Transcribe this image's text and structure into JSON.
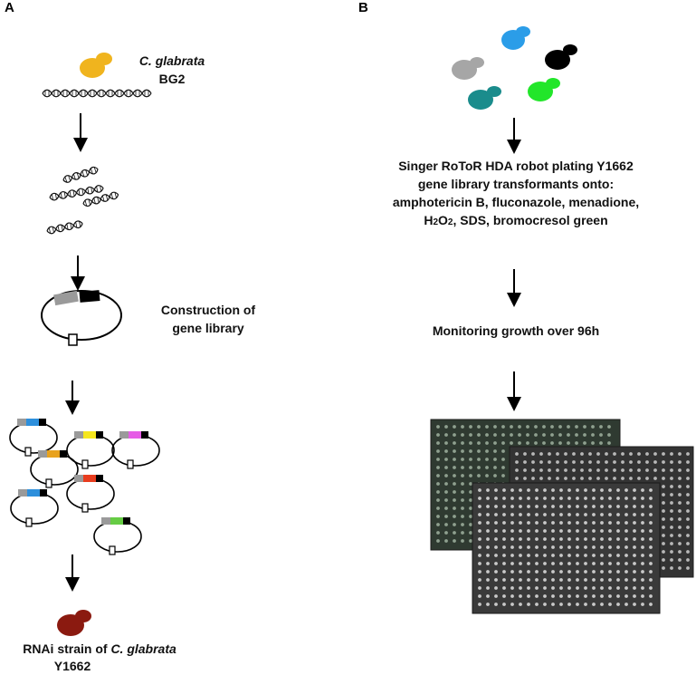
{
  "panels": {
    "a": {
      "letter": "A",
      "species_italic": "C. glabrata",
      "strain": "BG2",
      "construction_line1": "Construction of",
      "construction_line2": "gene library",
      "result_prefix": "RNAi strain of ",
      "result_species_italic": "C. glabrata",
      "result_strain": "Y1662"
    },
    "b": {
      "letter": "B",
      "robot_line1": "Singer RoToR HDA robot plating Y1662",
      "robot_line2": "gene library transformants onto:",
      "robot_line3": "amphotericin B, fluconazole, menadione,",
      "robot_line4_pre": "H",
      "robot_line4_sub1": "2",
      "robot_line4_mid": "O",
      "robot_line4_sub2": "2",
      "robot_line4_post": ", SDS, bromocresol green",
      "monitoring": "Monitoring growth over 96h"
    }
  },
  "colors": {
    "yeast_start": "#f0b41e",
    "yeast_result": "#8b1a10",
    "yeast_b": [
      "#2b9de8",
      "#000000",
      "#a6a6a6",
      "#1a8c8c",
      "#22e62a"
    ],
    "plasmid_inserts": [
      "#2d8fdc",
      "#f5e61e",
      "#e65ce6",
      "#e8a21e",
      "#2d8fdc",
      "#e83c1e",
      "#66cc44"
    ],
    "plate_back": "#303a32",
    "plate_front": "#3a3a3a"
  }
}
